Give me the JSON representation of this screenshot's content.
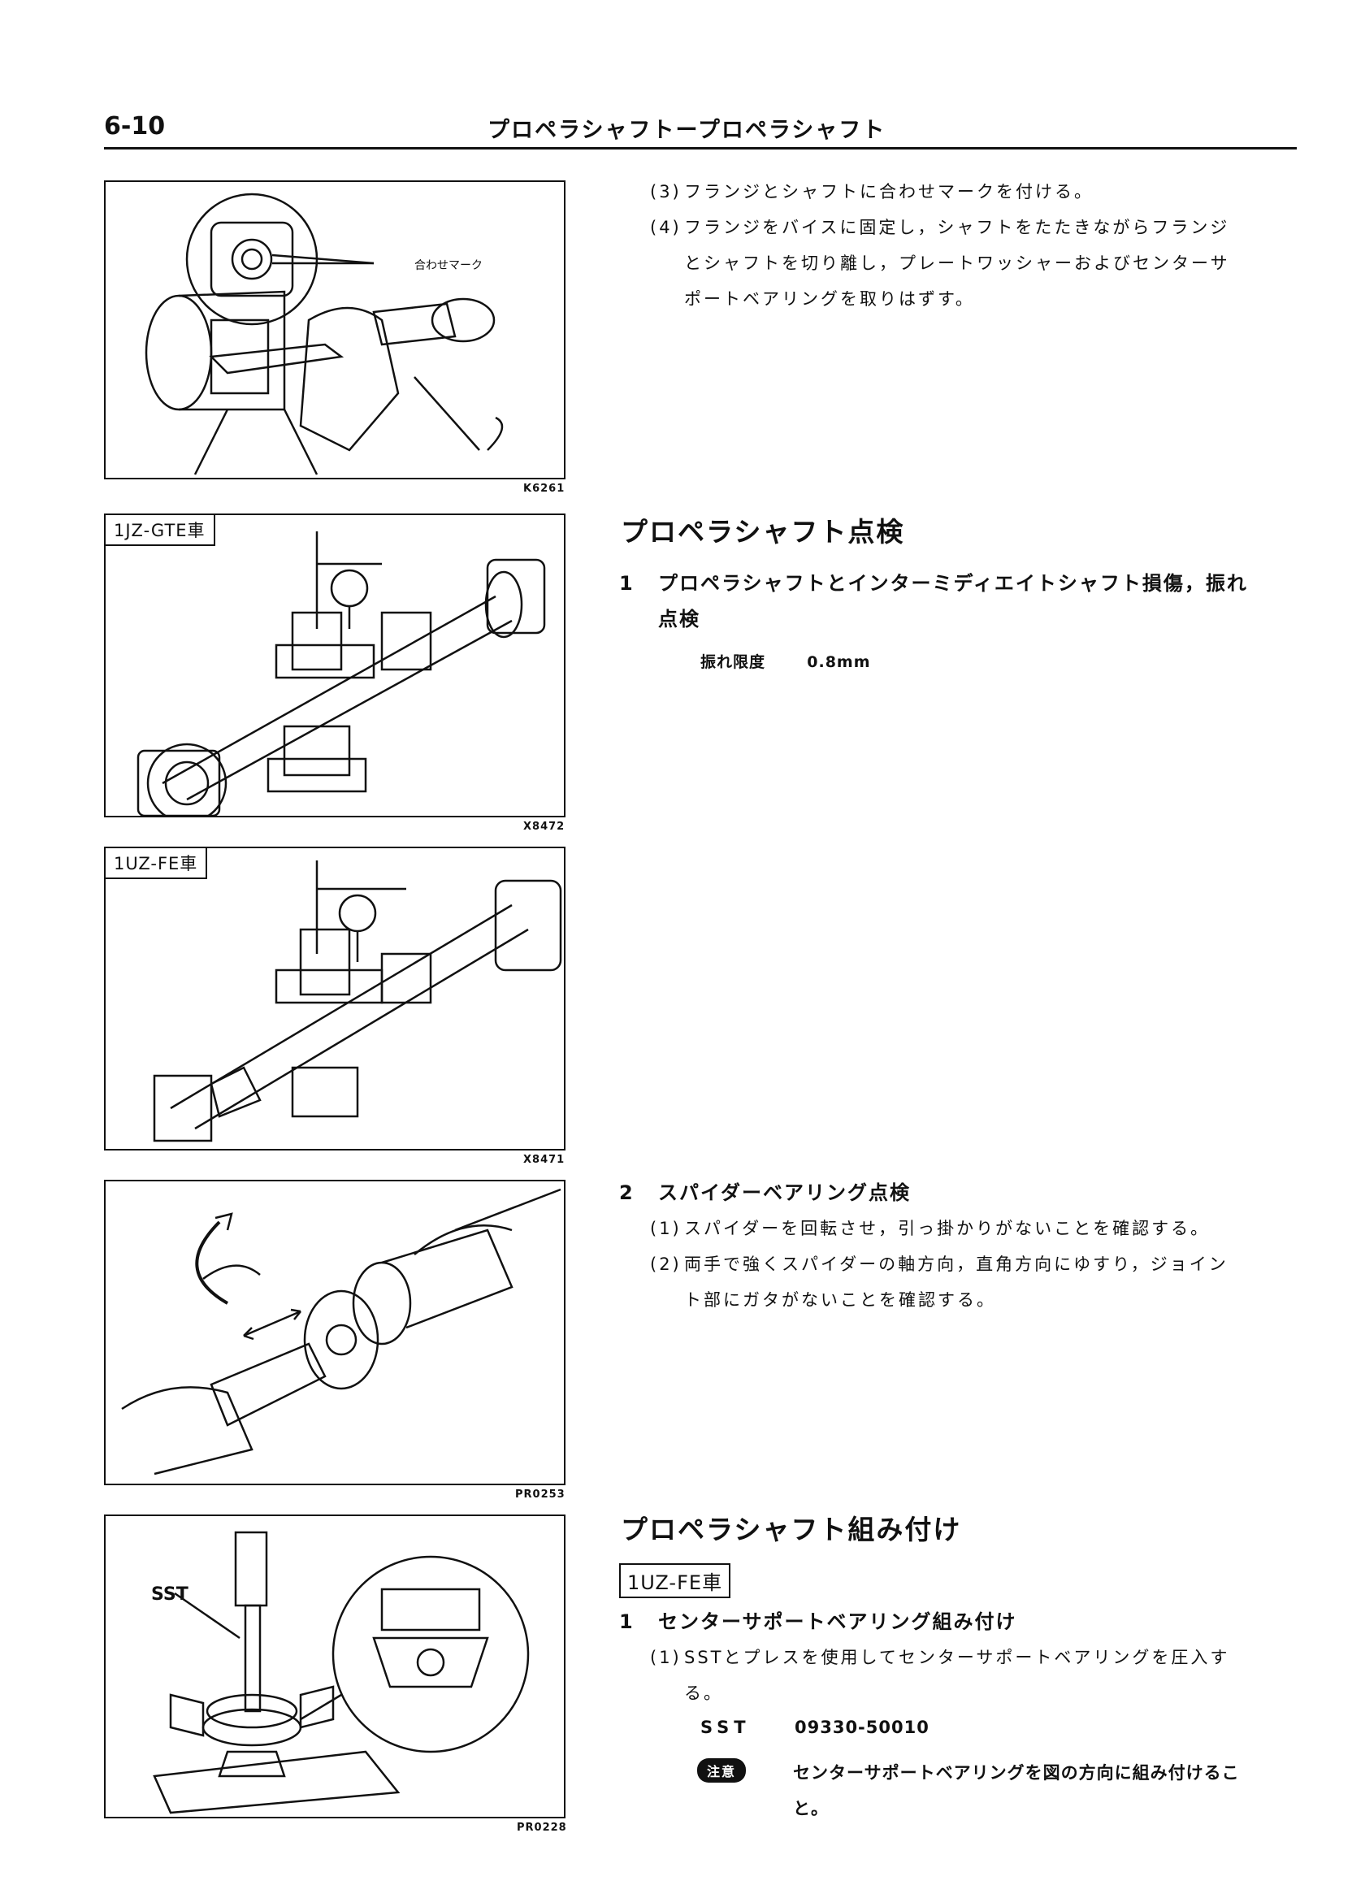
{
  "header": {
    "page_number": "6-10",
    "title": "プロペラシャフトープロペラシャフト"
  },
  "figures": [
    {
      "code": "K6261",
      "callout": "合わせマーク"
    },
    {
      "code": "X8472",
      "label": "1JZ-GTE車"
    },
    {
      "code": "X8471",
      "label": "1UZ-FE車"
    },
    {
      "code": "PR0253"
    },
    {
      "code": "PR0228",
      "callout": "SST"
    }
  ],
  "steps_removal": [
    {
      "num": "(3)",
      "text": "フランジとシャフトに合わせマークを付ける。"
    },
    {
      "num": "(4)",
      "lines": [
        "フランジをバイスに固定し，シャフトをたたきながらフランジ",
        "とシャフトを切り離し，プレートワッシャーおよびセンターサ",
        "ポートベアリングを取りはずす。"
      ]
    }
  ],
  "inspection": {
    "title": "プロペラシャフト点検",
    "item1": {
      "num": "1",
      "lines": [
        "プロペラシャフトとインターミディエイトシャフト損傷，振れ",
        "点検"
      ],
      "spec_label": "振れ限度",
      "spec_value": "0.8mm"
    },
    "item2": {
      "num": "2",
      "title": "スパイダーベアリング点検",
      "steps": [
        {
          "num": "(1)",
          "lines": [
            "スパイダーを回転させ，引っ掛かりがないことを確認する。"
          ]
        },
        {
          "num": "(2)",
          "lines": [
            "両手で強くスパイダーの軸方向，直角方向にゆすり，ジョイン",
            "ト部にガタがないことを確認する。"
          ]
        }
      ]
    }
  },
  "assembly": {
    "title": "プロペラシャフト組み付け",
    "engine_label": "1UZ-FE車",
    "item1": {
      "num": "1",
      "title": "センターサポートベアリング組み付け",
      "step": {
        "num": "(1)",
        "lines": [
          "SSTとプレスを使用してセンターサポートベアリングを圧入す",
          "る。"
        ]
      },
      "sst_label": "SST",
      "sst_value": "09330-50010",
      "note_badge": "注意",
      "note_lines": [
        "センターサポートベアリングを図の方向に組み付けるこ",
        "と。"
      ]
    }
  }
}
